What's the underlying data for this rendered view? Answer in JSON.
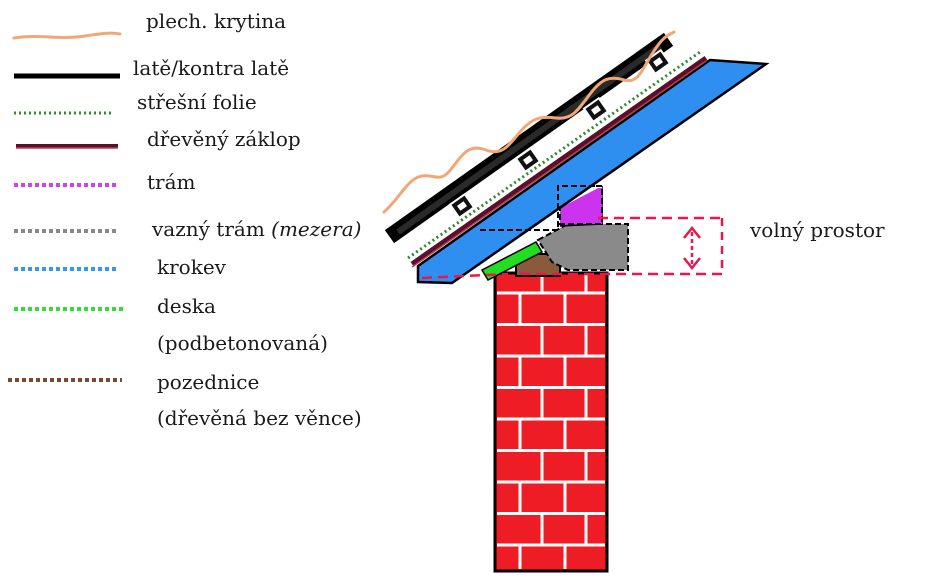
{
  "legend": [
    {
      "id": "plech",
      "label": "plech. krytina",
      "color": "#f0a878",
      "style": "wavy"
    },
    {
      "id": "late",
      "label": "latě/kontra latě",
      "color": "#000000",
      "style": "solid"
    },
    {
      "id": "folie",
      "label": "střešní folie",
      "color": "#2e8b2e",
      "style": "dotted"
    },
    {
      "id": "zaklop",
      "label": "dřevěný záklop",
      "color": "#7a1f3a",
      "style": "solid"
    },
    {
      "id": "tram",
      "label": "trám",
      "color": "#cc44ee",
      "style": "dotted"
    },
    {
      "id": "vazny",
      "label": "vazný trám",
      "label_note": "(mezera)",
      "color": "#888888",
      "style": "dotted"
    },
    {
      "id": "krokev",
      "label": "krokev",
      "color": "#3399ee",
      "style": "dotted"
    },
    {
      "id": "deska",
      "label": "deska",
      "label_line2": "(podbetonovaná)",
      "color": "#33dd33",
      "style": "dotted"
    },
    {
      "id": "pozednice",
      "label": "pozednice",
      "label_line2": "(dřevěná bez věnce)",
      "color": "#7a4a2a",
      "style": "dotted"
    }
  ],
  "annotation": {
    "label": "volný prostor",
    "color": "#e8194a"
  },
  "colors": {
    "brick": "#ee1c24",
    "mortar": "#ffffff",
    "outline": "#000000",
    "krokev": "#2f8ff0",
    "tram": "#cc33ee",
    "vazny": "#8a8a8a",
    "deska": "#22dd22",
    "pozednice": "#8b5a3c"
  }
}
